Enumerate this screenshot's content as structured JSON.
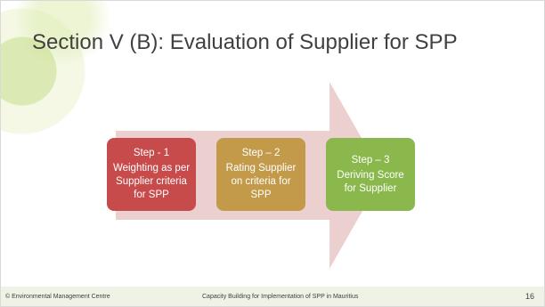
{
  "slide": {
    "title": "Section V (B): Evaluation of Supplier for SPP",
    "steps": [
      {
        "head": "Step - 1",
        "text": "Weighting as per Supplier criteria for SPP",
        "color": "#c84b4b"
      },
      {
        "head": "Step – 2",
        "text": "Rating Supplier on criteria for SPP",
        "color": "#c29a4a"
      },
      {
        "head": "Step – 3",
        "text": "Deriving Score for Supplier",
        "color": "#8ab84c"
      }
    ],
    "arrow_color": "#ecd0d0"
  },
  "footer": {
    "copyright": "© Environmental Management Centre",
    "caption": "Capacity Building for Implementation of SPP in Mauritius",
    "page_number": "16"
  }
}
